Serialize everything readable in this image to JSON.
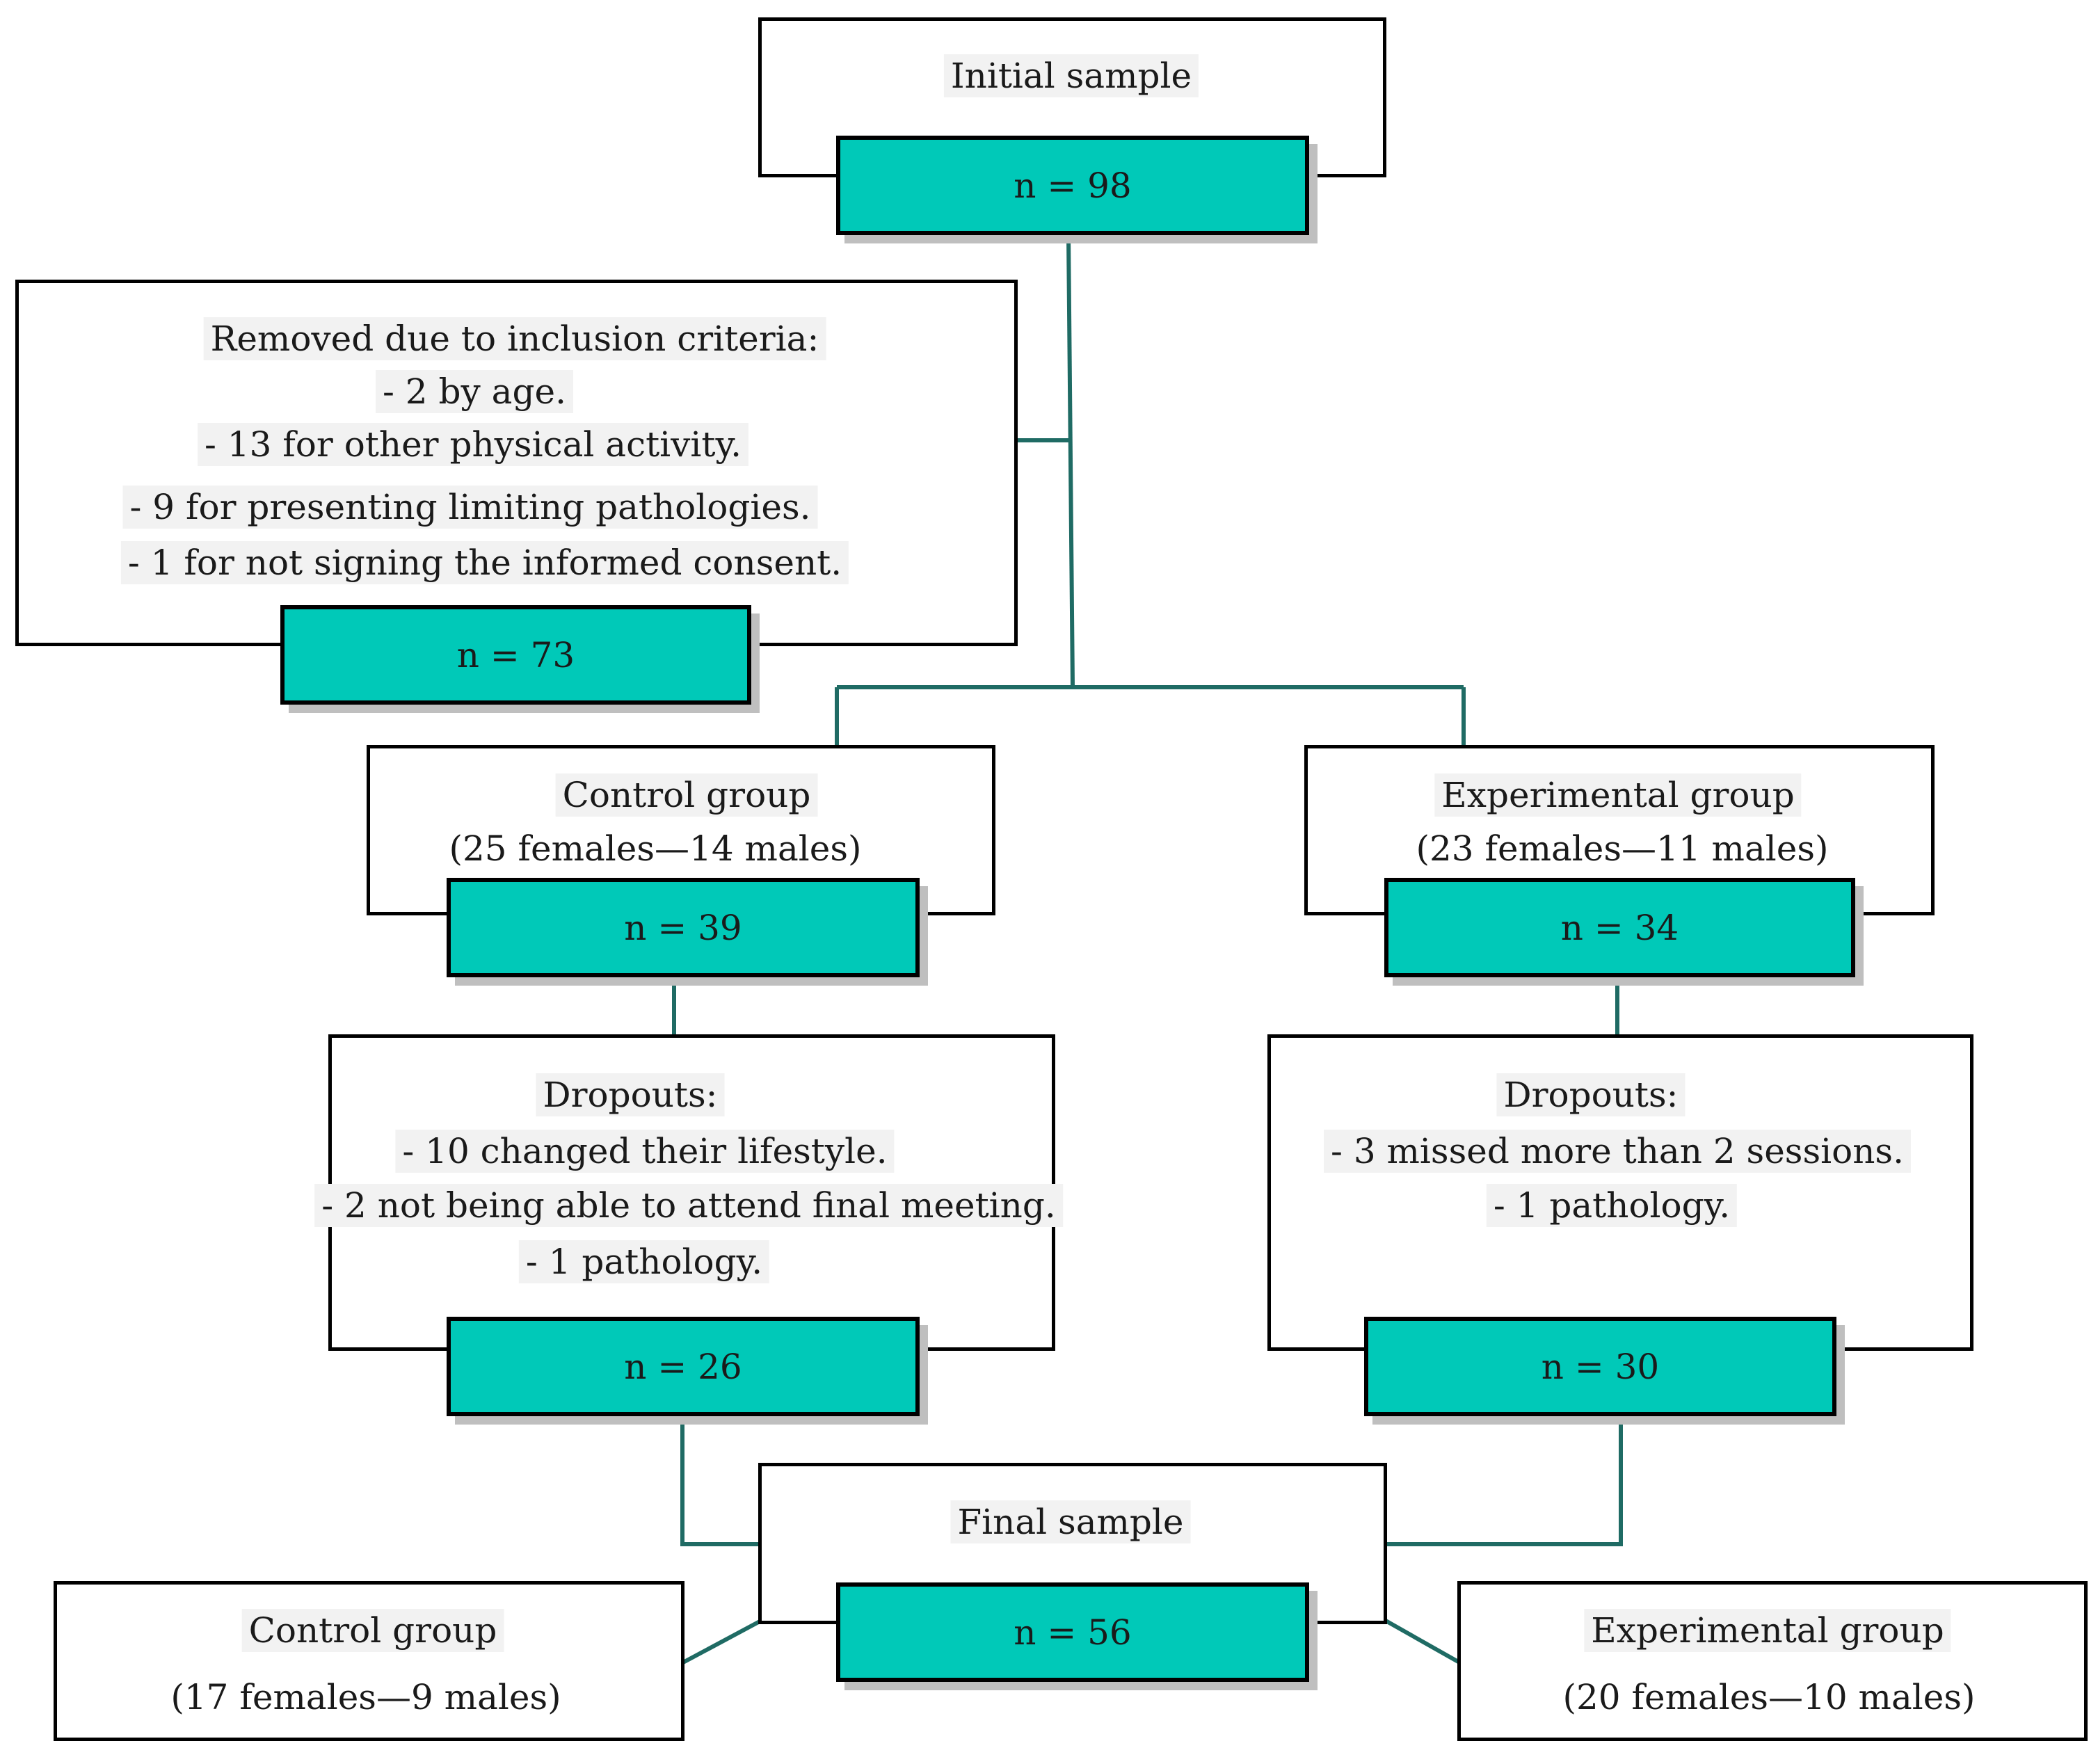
{
  "initial": {
    "title": "Initial sample",
    "n": "n =  98"
  },
  "removed": {
    "title": "Removed due to inclusion criteria:",
    "items": [
      "- 2 by age.",
      "- 13 for other physical activity.",
      "- 9 for presenting limiting pathologies.",
      "-  1 for not signing the informed consent."
    ],
    "n": "n =  73"
  },
  "control": {
    "title": "Control group",
    "sub": "(25 females—14 males)",
    "n": "n =  39"
  },
  "experimental": {
    "title": "Experimental group",
    "sub": "(23 females—11 males)",
    "n": "n =  34"
  },
  "control_dropouts": {
    "title": "Dropouts:",
    "items": [
      "- 10 changed their lifestyle.",
      "- 2 not being able to attend final meeting.",
      "- 1 pathology."
    ],
    "n": "n =  26"
  },
  "experimental_dropouts": {
    "title": "Dropouts:",
    "items": [
      "- 3 missed more than 2 sessions.",
      "- 1 pathology."
    ],
    "n": "n =  30"
  },
  "final": {
    "title": "Final sample",
    "n": "n =  56"
  },
  "final_control": {
    "title": "Control group",
    "sub": "(17 females—9 males)"
  },
  "final_experimental": {
    "title": "Experimental group",
    "sub": "(20 females—10 males)"
  },
  "colors": {
    "accent": "#00c9b8",
    "connector": "#1f6b64",
    "shadow": "#bfbfbf"
  }
}
